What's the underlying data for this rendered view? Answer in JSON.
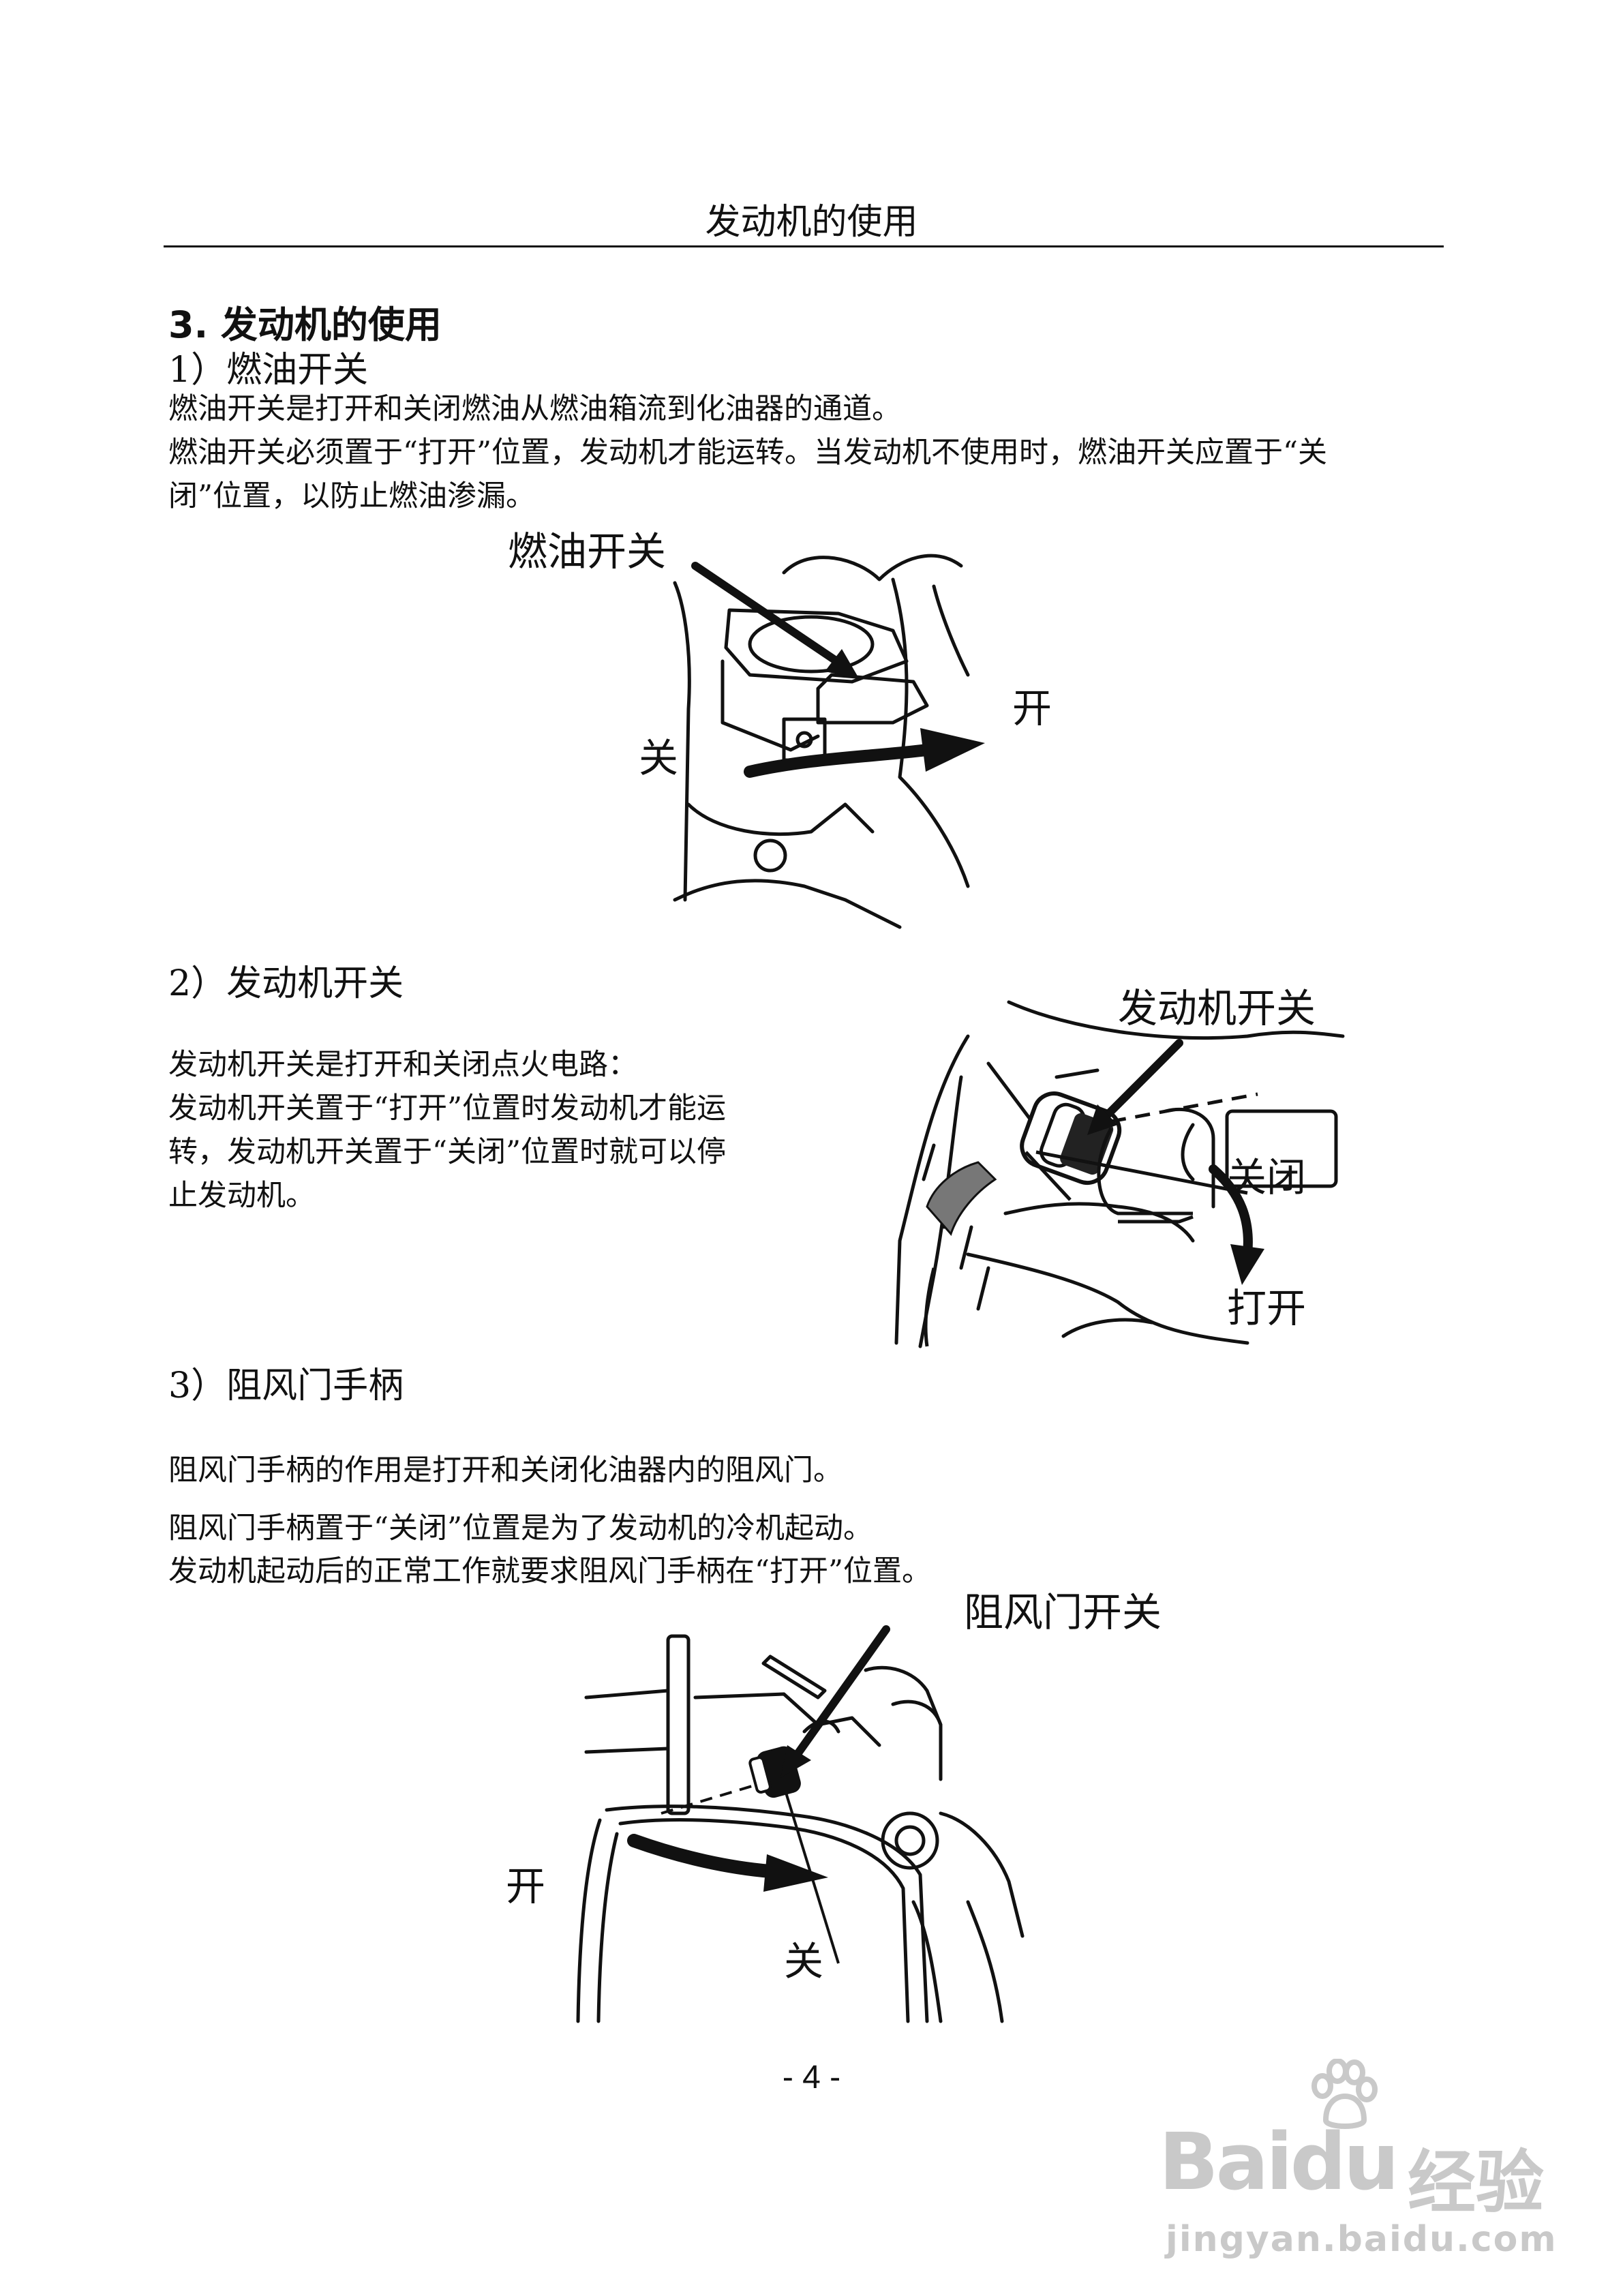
{
  "header": {
    "title": "发动机的使用"
  },
  "section": {
    "heading": "3. 发动机的使用"
  },
  "fuel_switch": {
    "heading": "1）燃油开关",
    "para1": "燃油开关是打开和关闭燃油从燃油箱流到化油器的通道。",
    "para2_line1": "燃油开关必须置于“打开”位置，发动机才能运转。当发动机不使用时，燃油开关应置于“关",
    "para2_line2": "闭”位置，以防止燃油渗漏。",
    "fig_label_title": "燃油开关",
    "fig_label_off": "关",
    "fig_label_on": "开"
  },
  "engine_switch": {
    "heading": "2）发动机开关",
    "line1": "发动机开关是打开和关闭点火电路：",
    "line2": "发动机开关置于“打开”位置时发动机才能运",
    "line3": "转，发动机开关置于“关闭”位置时就可以停",
    "line4": "止发动机。",
    "fig_label_title": "发动机开关",
    "fig_label_off": "关闭",
    "fig_label_on": "打开"
  },
  "choke": {
    "heading": "3）阻风门手柄",
    "para1": "阻风门手柄的作用是打开和关闭化油器内的阻风门。",
    "para2": "阻风门手柄置于“关闭”位置是为了发动机的冷机起动。",
    "para3": "发动机起动后的正常工作就要求阻风门手柄在“打开”位置。",
    "fig_label_title": "阻风门开关",
    "fig_label_on": "开",
    "fig_label_off": "关"
  },
  "page_number": "- 4 -",
  "watermark": {
    "brand": "Bai",
    "brand2": "du",
    "cn": "经验",
    "url": "jingyan.baidu.com"
  }
}
